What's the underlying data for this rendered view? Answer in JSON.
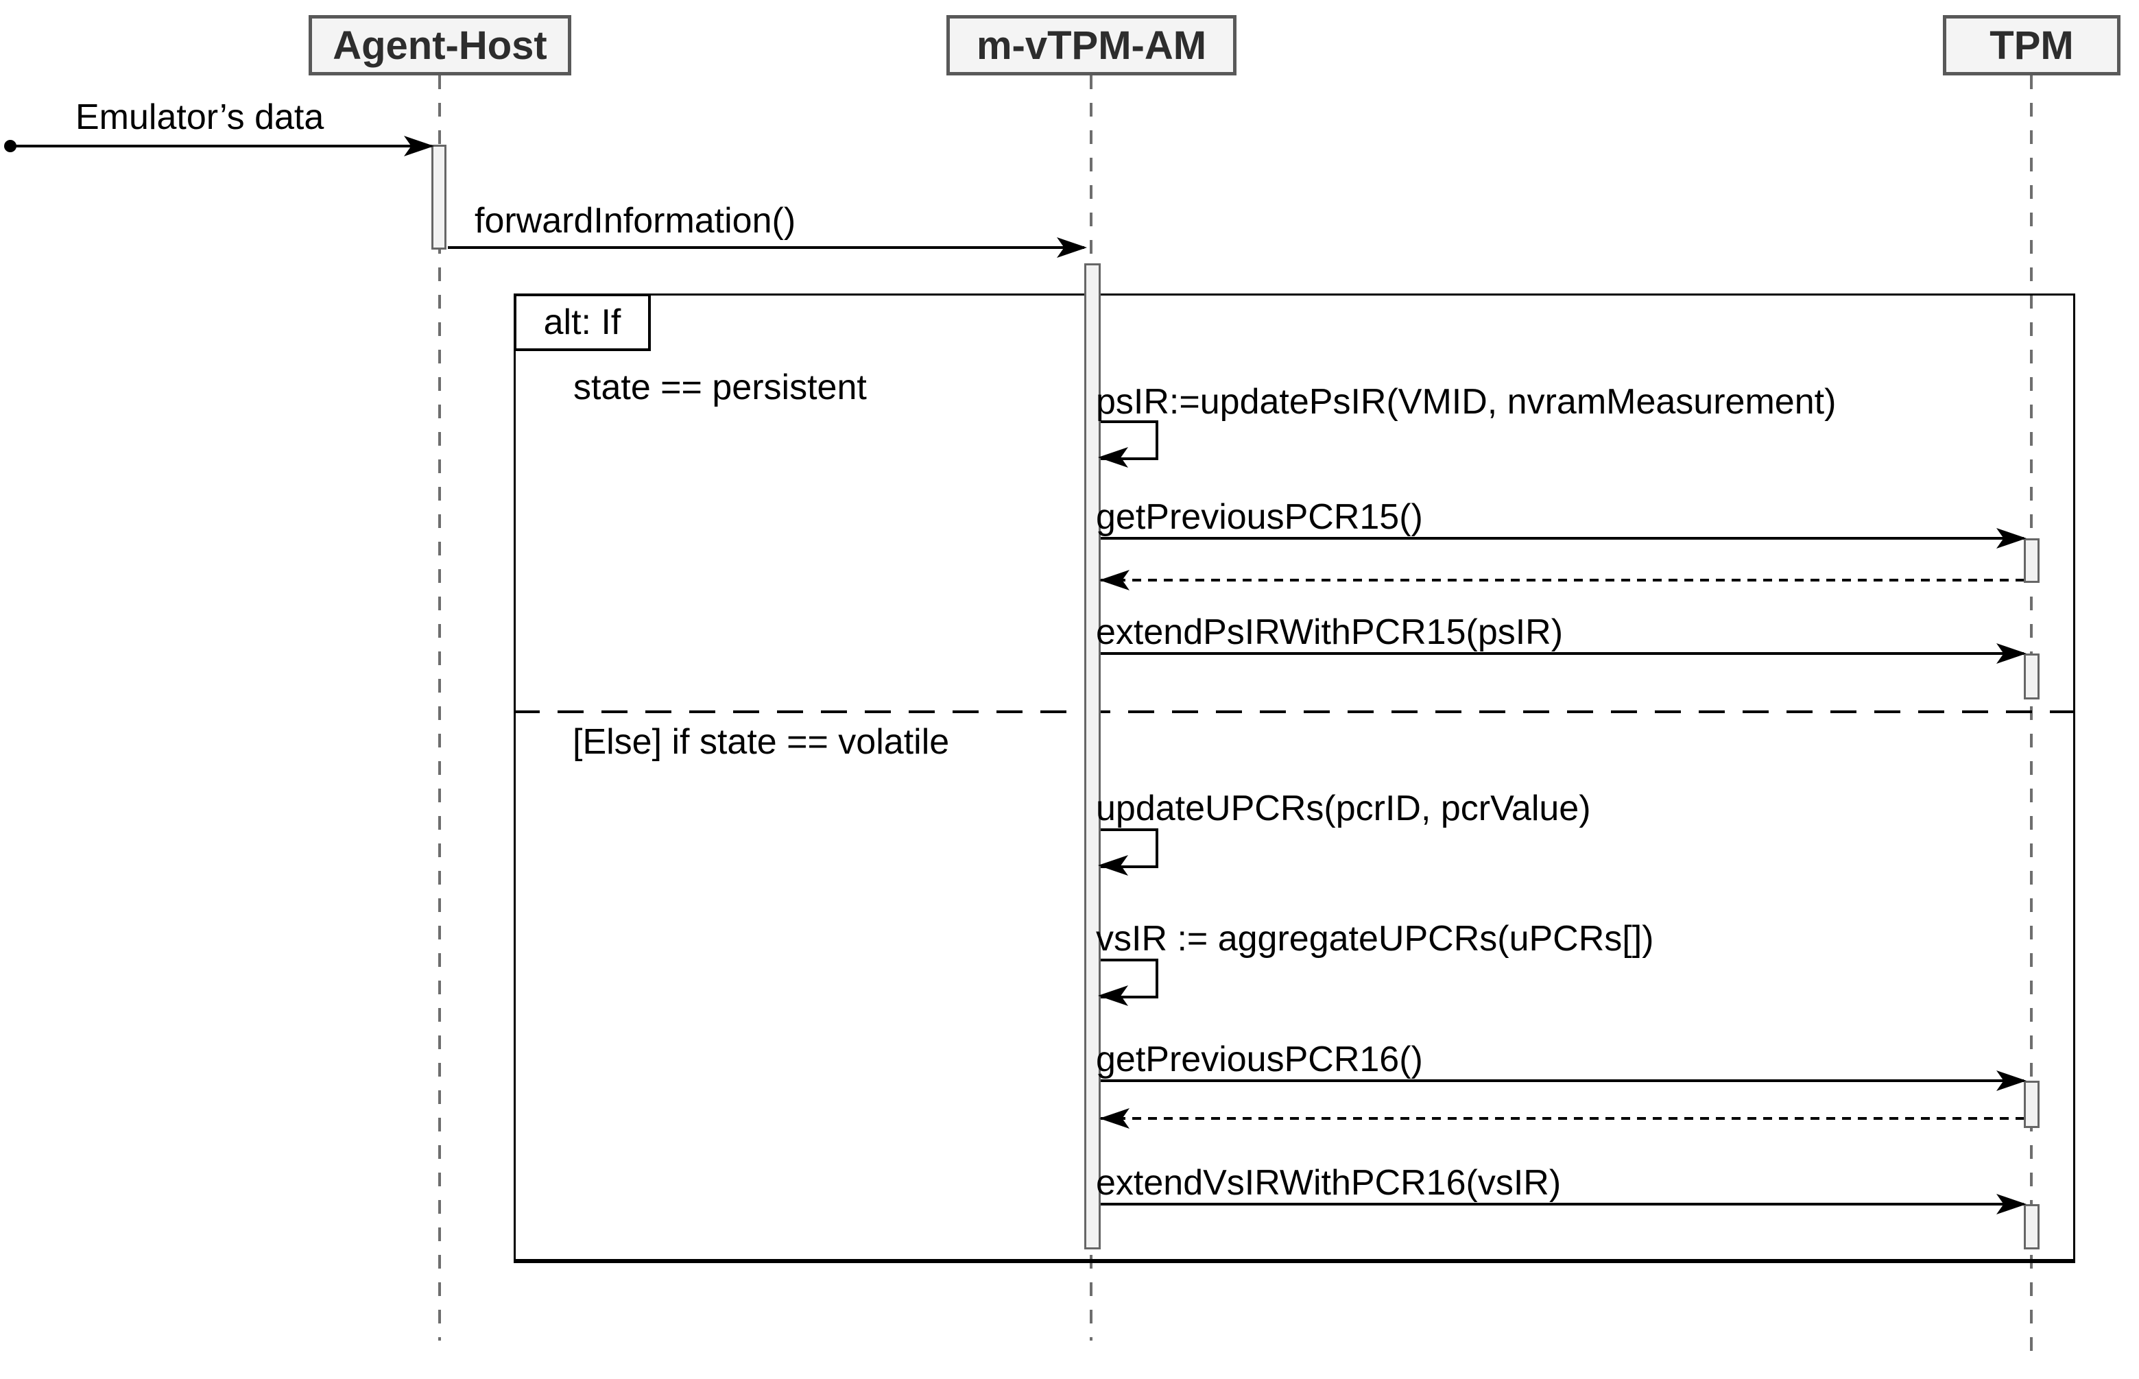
{
  "diagram_type": "uml-sequence-diagram",
  "participants": [
    {
      "id": "agent-host",
      "label": "Agent-Host"
    },
    {
      "id": "m-vtpm-am",
      "label": "m-vTPM-AM"
    },
    {
      "id": "tpm",
      "label": "TPM"
    }
  ],
  "frame": {
    "operator_label": "alt: If",
    "guards": [
      "state == persistent",
      "[Else] if state == volatile"
    ]
  },
  "messages": [
    {
      "id": "emulator-data",
      "label": "Emulator’s data",
      "kind": "found",
      "to": "Agent-Host"
    },
    {
      "id": "forward-information",
      "label": "forwardInformation()",
      "kind": "sync",
      "from": "Agent-Host",
      "to": "m-vTPM-AM"
    },
    {
      "id": "update-psir",
      "label": "psIR:=updatePsIR(VMID, nvramMeasurement)",
      "kind": "self",
      "on": "m-vTPM-AM"
    },
    {
      "id": "get-previous-pcr15",
      "label": "getPreviousPCR15()",
      "kind": "sync",
      "from": "m-vTPM-AM",
      "to": "TPM"
    },
    {
      "id": "return-pcr15",
      "label": "",
      "kind": "return",
      "from": "TPM",
      "to": "m-vTPM-AM"
    },
    {
      "id": "extend-psir-with-pcr15",
      "label": "extendPsIRWithPCR15(psIR)",
      "kind": "sync",
      "from": "m-vTPM-AM",
      "to": "TPM"
    },
    {
      "id": "update-upcrs",
      "label": "updateUPCRs(pcrID, pcrValue)",
      "kind": "self",
      "on": "m-vTPM-AM"
    },
    {
      "id": "aggregate-upcrs",
      "label": "vsIR := aggregateUPCRs(uPCRs[])",
      "kind": "self",
      "on": "m-vTPM-AM"
    },
    {
      "id": "get-previous-pcr16",
      "label": "getPreviousPCR16()",
      "kind": "sync",
      "from": "m-vTPM-AM",
      "to": "TPM"
    },
    {
      "id": "return-pcr16",
      "label": "",
      "kind": "return",
      "from": "TPM",
      "to": "m-vTPM-AM"
    },
    {
      "id": "extend-vsir-with-pcr16",
      "label": "extendVsIRWithPCR16(vsIR)",
      "kind": "sync",
      "from": "m-vTPM-AM",
      "to": "TPM"
    }
  ],
  "colors": {
    "line": "#000000",
    "lifeline": "#6e6e6e",
    "box-fill": "#f4f4f4",
    "box-border": "#595959",
    "act-fill": "#f2f2f2",
    "act-border": "#666666",
    "text": "#2d2d2d",
    "bg": "#ffffff"
  }
}
